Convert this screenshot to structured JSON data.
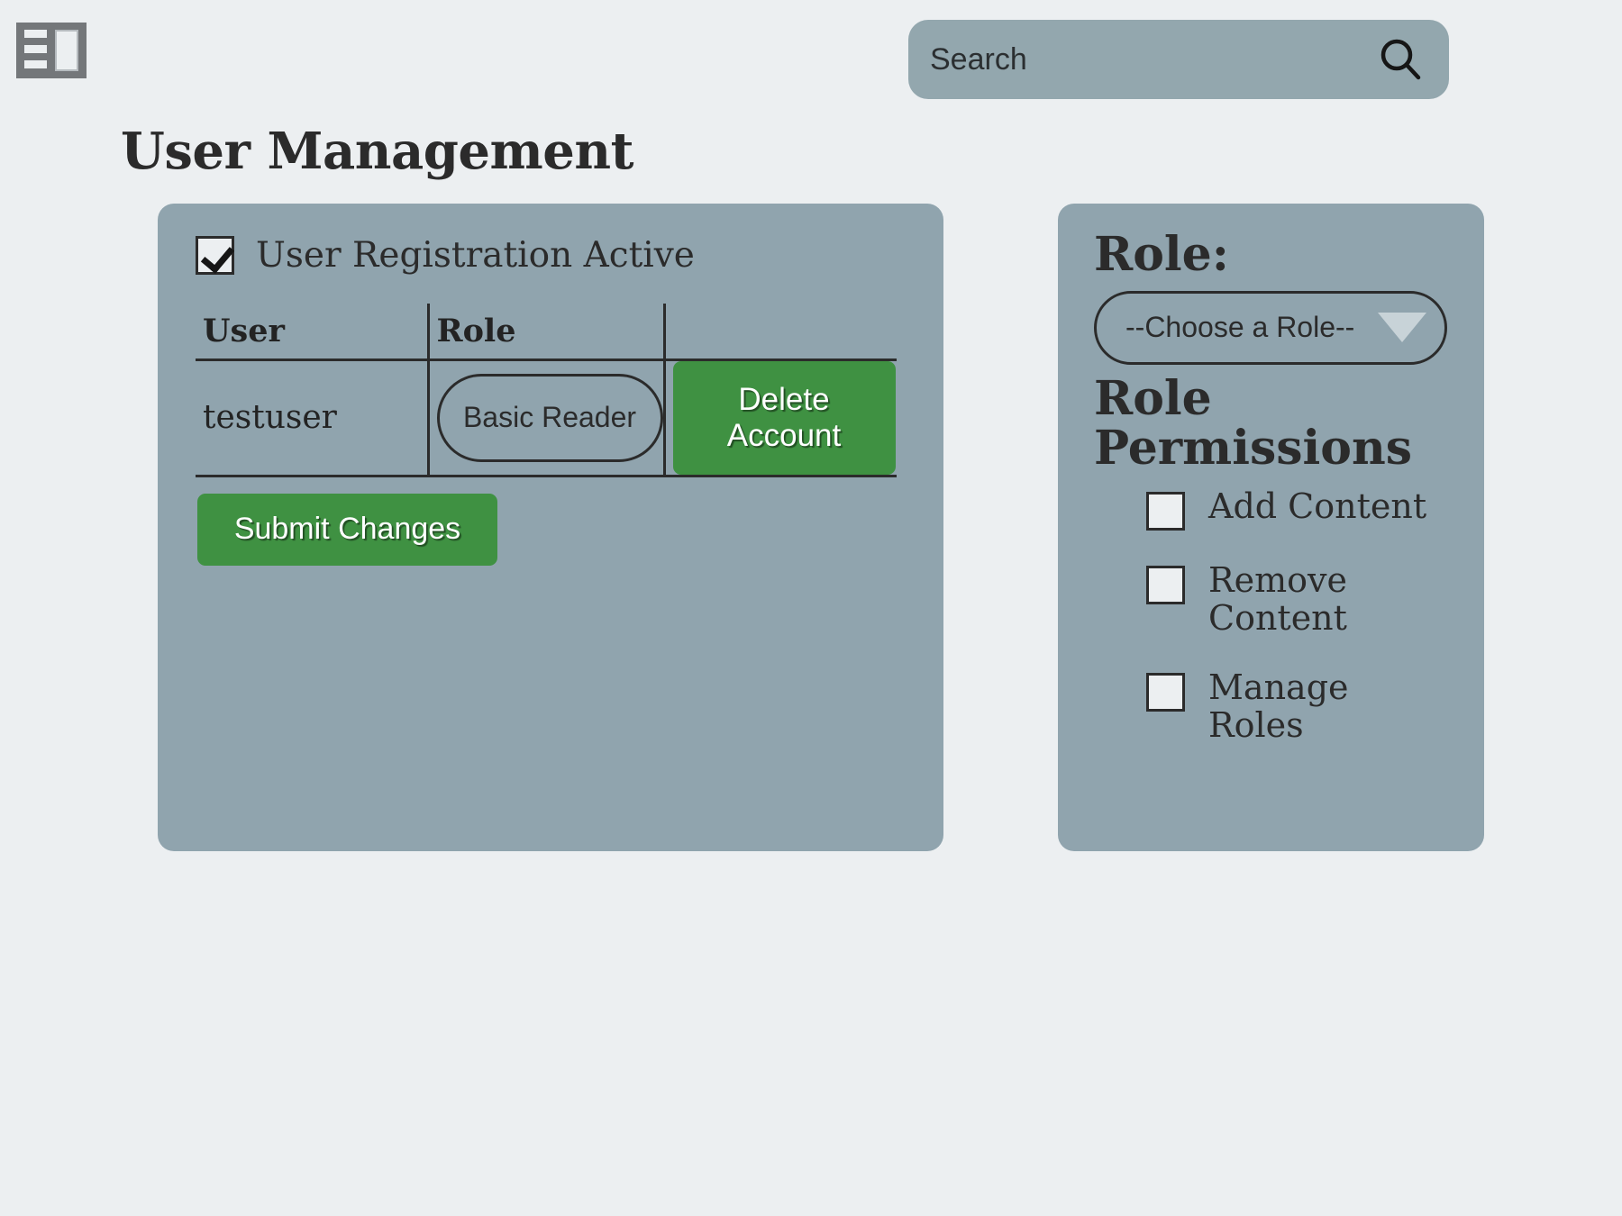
{
  "topbar": {
    "sidebar_toggle_name": "sidebar-toggle-icon",
    "search": {
      "placeholder": "Search",
      "value": "",
      "icon": "search-icon"
    }
  },
  "page": {
    "title": "User Management"
  },
  "left_panel": {
    "registration_checkbox": {
      "label": "User Registration Active",
      "checked": true
    },
    "table": {
      "columns": [
        "User",
        "Role",
        ""
      ],
      "rows": [
        {
          "user": "testuser",
          "role_selected": "Basic Reader",
          "action_label": "Delete Account"
        }
      ]
    },
    "submit_label": "Submit Changes"
  },
  "right_panel": {
    "role_heading": "Role:",
    "role_dropdown": {
      "selected": "--Choose a Role--",
      "arrow_icon": "chevron-down-icon"
    },
    "permissions_heading": "Role Permissions",
    "permissions": [
      {
        "label": "Add Content",
        "checked": false
      },
      {
        "label": "Remove Content",
        "checked": false
      },
      {
        "label": "Manage Roles",
        "checked": false
      }
    ]
  },
  "colors": {
    "page_background": "#eceff1",
    "panel": "#90a4ae",
    "search_field": "#93a7ae",
    "accent_green": "#3f9142",
    "text": "#2b2b2b",
    "icon_gray": "#74777a",
    "arrow_gray": "#c8d3d8"
  }
}
